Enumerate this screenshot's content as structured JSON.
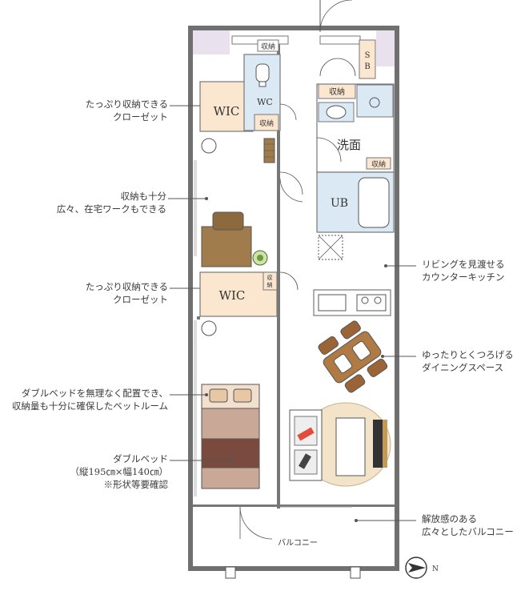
{
  "rooms": {
    "wic_top": "WIC",
    "wc": "WC",
    "storage_wc": "収納",
    "storage_entry": "収納",
    "storage_wic1": "収納",
    "sb": "S\nB",
    "washroom": "洗面",
    "storage_wash": "収納",
    "ub": "UB",
    "wic_mid": "WIC",
    "storage_wic2": "収納",
    "balcony": "バルコニー"
  },
  "callouts": {
    "closet1": [
      "たっぷり収納できる",
      "クローゼット"
    ],
    "room1": [
      "収納も十分",
      "広々、在宅ワークもできる"
    ],
    "closet2": [
      "たっぷり収納できる",
      "クローゼット"
    ],
    "bedroom": [
      "ダブルベッドを無理なく配置でき、",
      "収納量も十分に確保したベットルーム"
    ],
    "bed": [
      "ダブルベッド",
      "（縦195㎝×幅140㎝）",
      "※形状等要確認"
    ],
    "kitchen": [
      "リビングを見渡せる",
      "カウンターキッチン"
    ],
    "dining": [
      "ゆったりとくつろげる",
      "ダイニングスペース"
    ],
    "balcony": [
      "解放感のある",
      "広々としたバルコニー"
    ]
  },
  "compass": {
    "label": "N"
  },
  "colors": {
    "wall": "#6e6e6e",
    "wic_fill": "#fbe6cf",
    "wet_fill": "#dbe9f5",
    "desk": "#a07c4c",
    "table": "#b07a45",
    "bed": "#7a4a3e",
    "pillow": "#e8c7a4"
  }
}
